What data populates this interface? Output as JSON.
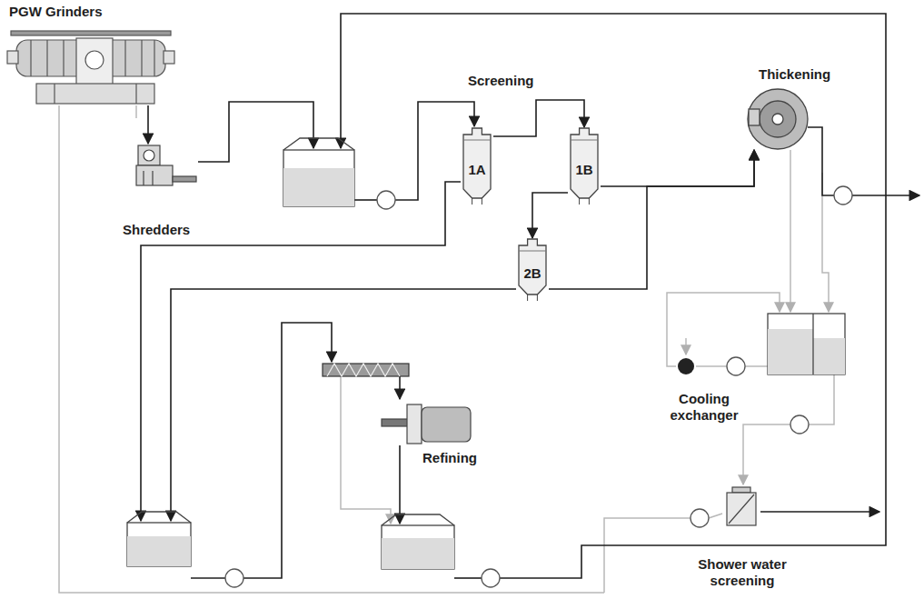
{
  "diagram": {
    "nodes": [
      {
        "text": [
          "PGW Grinders"
        ]
      },
      {
        "text": [
          "Shredders"
        ]
      },
      {
        "text": [
          "1A"
        ]
      },
      {
        "text": [
          "1B"
        ]
      },
      {
        "text": [
          "Thickening"
        ]
      },
      {
        "text": [
          "2B"
        ]
      },
      {
        "text": [
          "Cooling exchanger"
        ]
      },
      {
        "text": [
          "Refining"
        ]
      },
      {
        "text": [
          "Shower water screening"
        ]
      }
    ],
    "edges": [
      {
        "from": 0,
        "to": 1,
        "arrow": "to"
      },
      {
        "from": 2,
        "to": 3,
        "arrow": "to"
      },
      {
        "from": 3,
        "to": 5,
        "arrow": "to"
      },
      {
        "from": 3,
        "to": 4,
        "arrow": "to"
      },
      {
        "from": 5,
        "to": 4,
        "arrow": "to"
      }
    ],
    "labels": [
      "Screening"
    ]
  }
}
